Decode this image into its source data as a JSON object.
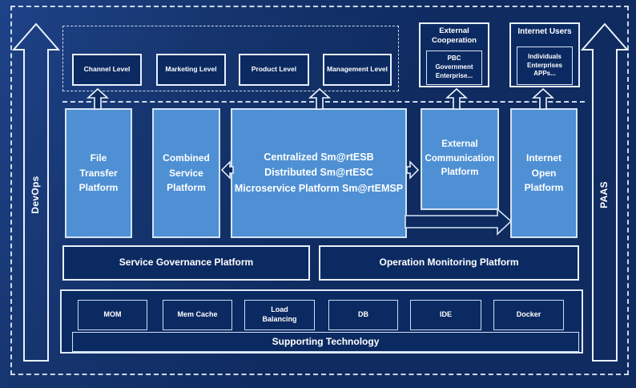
{
  "side_rails": {
    "left_label": "DevOps",
    "right_label": "PAAS"
  },
  "levels": [
    "Channel Level",
    "Marketing Level",
    "Product Level",
    "Management Level"
  ],
  "external_cooperation": {
    "title": "External Cooperation",
    "members": "PBC Government Enterprise..."
  },
  "internet_users": {
    "title": "Internet Users",
    "members": "Individuals Enterprises APPs..."
  },
  "platforms": {
    "file_transfer": "File Transfer Platform",
    "combined_service": "Combined Service Platform",
    "central_esb": "Centralized Sm@rtESB\nDistributed Sm@rtESC\nMicroservice Platform Sm@rtEMSP",
    "external_communication": "External Communication Platform",
    "internet_open": "Internet Open Platform"
  },
  "governance": {
    "service_governance": "Service Governance Platform",
    "operation_monitoring": "Operation Monitoring Platform"
  },
  "supporting": {
    "title": "Supporting Technology",
    "technologies": [
      "MOM",
      "Mem Cache",
      "Load Balancing",
      "DB",
      "IDE",
      "Docker"
    ]
  },
  "colors": {
    "background": "#0f2b60",
    "dark_box_fill": "#0c2a62",
    "light_box_fill": "#4f90d4",
    "border_light": "#e9f1fb",
    "dashed_border": "#dee9f7"
  }
}
